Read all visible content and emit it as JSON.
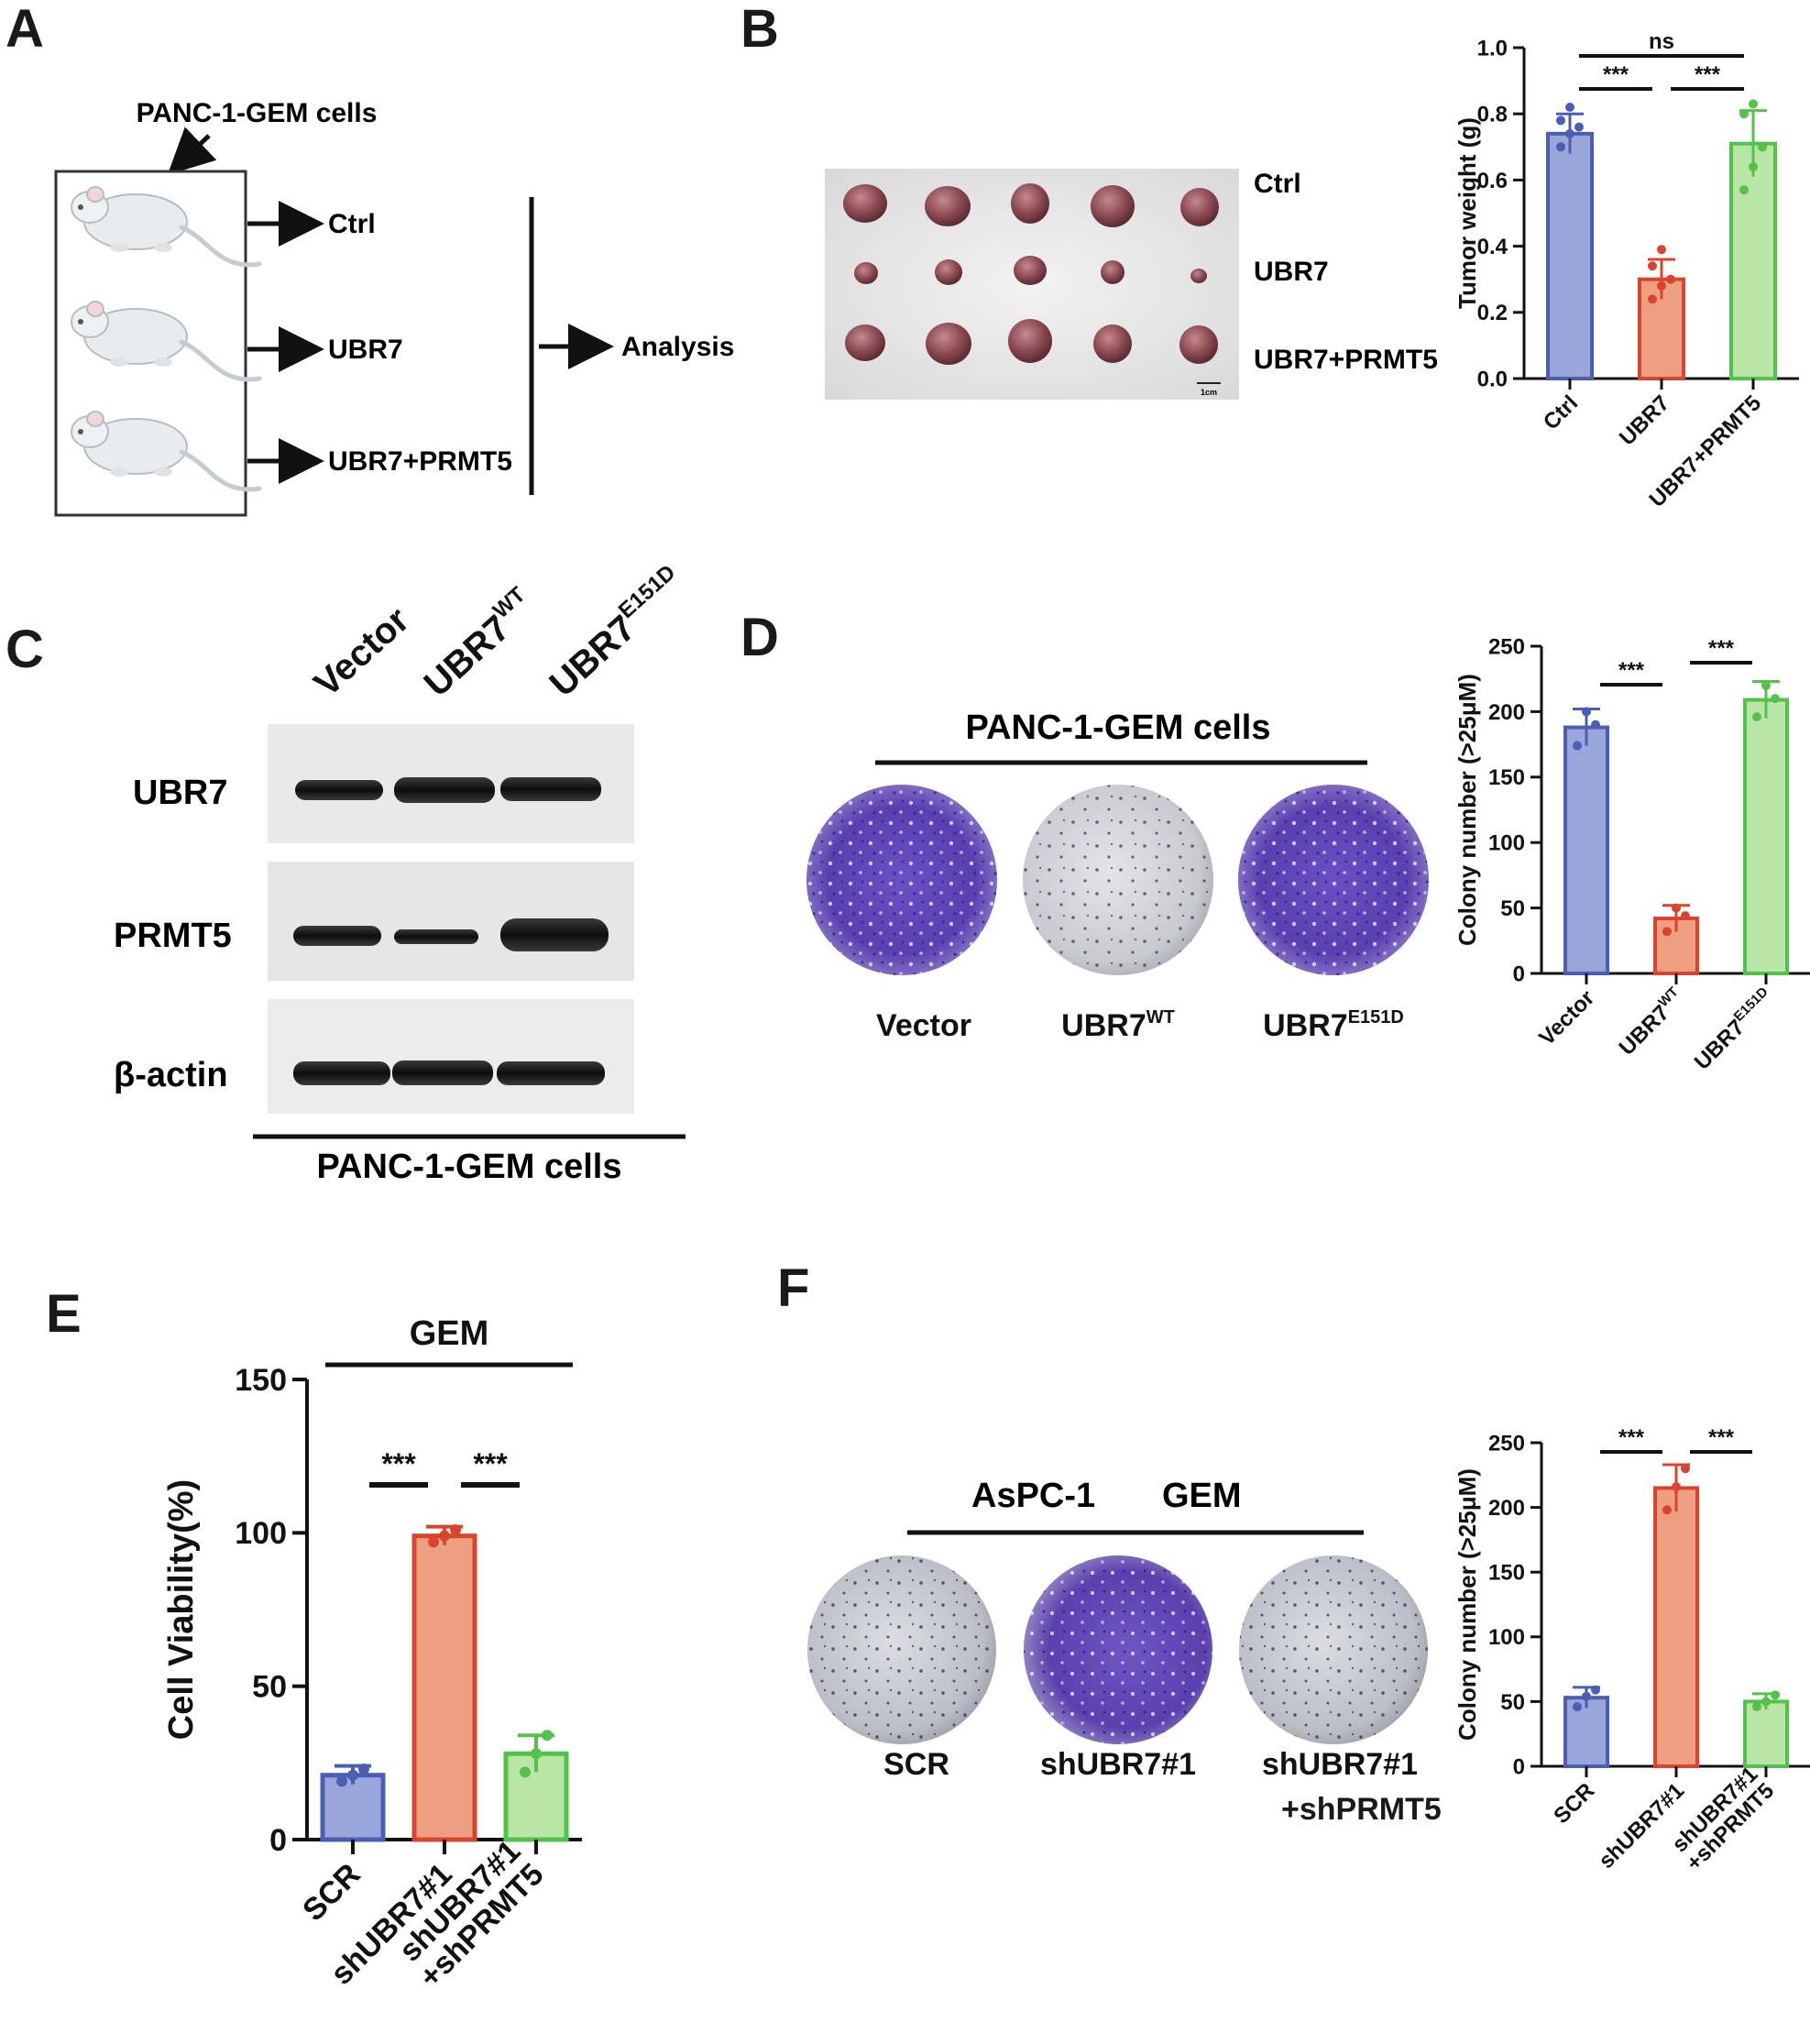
{
  "panels": {
    "A": {
      "letter": "A",
      "cells": "PANC-1-GEM cells",
      "groups": [
        "Ctrl",
        "UBR7",
        "UBR7+PRMT5"
      ],
      "analysis": "Analysis"
    },
    "B": {
      "letter": "B",
      "photo_rows": [
        "Ctrl",
        "UBR7",
        "UBR7+PRMT5"
      ],
      "scale_label": "1cm"
    },
    "C": {
      "letter": "C",
      "lanes": [
        {
          "base": "Vector",
          "sup": ""
        },
        {
          "base": "UBR7",
          "sup": "WT"
        },
        {
          "base": "UBR7",
          "sup": "E151D"
        }
      ],
      "rows": [
        "UBR7",
        "PRMT5",
        "β-actin"
      ],
      "cells": "PANC-1-GEM cells"
    },
    "D": {
      "letter": "D",
      "cells": "PANC-1-GEM cells",
      "dishes": [
        {
          "base": "Vector",
          "sup": ""
        },
        {
          "base": "UBR7",
          "sup": "WT"
        },
        {
          "base": "UBR7",
          "sup": "E151D"
        }
      ]
    },
    "E": {
      "letter": "E"
    },
    "F": {
      "letter": "F",
      "header_left": "AsPC-1",
      "header_right": "GEM",
      "dishes": [
        "SCR",
        "shUBR7#1",
        "shUBR7#1",
        "+shPRMT5"
      ]
    }
  },
  "colors": {
    "blue": "#4a5fb3",
    "red": "#d9442e",
    "green": "#52c24a",
    "blue_fill": "#9aa6d9",
    "red_fill": "#ee9f82",
    "green_fill": "#b9e6a7",
    "crystal_violet": "#5b3db5"
  },
  "chart_data": [
    {
      "id": "B",
      "type": "bar",
      "categories": [
        "Ctrl",
        "UBR7",
        "UBR7+PRMT5"
      ],
      "values": [
        0.74,
        0.3,
        0.71
      ],
      "errors": [
        0.06,
        0.06,
        0.1
      ],
      "points": [
        [
          0.7,
          0.74,
          0.76,
          0.78,
          0.82
        ],
        [
          0.24,
          0.28,
          0.3,
          0.34,
          0.39
        ],
        [
          0.57,
          0.64,
          0.7,
          0.8,
          0.83
        ]
      ],
      "ylabel": "Tumor weight (g)",
      "ylim": [
        0,
        1.0
      ],
      "yticks": [
        "0.0",
        "0.2",
        "0.4",
        "0.6",
        "0.8",
        "1.0"
      ],
      "significance": [
        {
          "from": 0,
          "to": 1,
          "label": "***"
        },
        {
          "from": 1,
          "to": 2,
          "label": "***"
        },
        {
          "from": 0,
          "to": 2,
          "label": "ns"
        }
      ]
    },
    {
      "id": "D",
      "type": "bar",
      "categories": [
        {
          "base": "Vector",
          "sup": ""
        },
        {
          "base": "UBR7",
          "sup": "WT"
        },
        {
          "base": "UBR7",
          "sup": "E151D"
        }
      ],
      "values": [
        188,
        42,
        209
      ],
      "errors": [
        14,
        10,
        14
      ],
      "points": [
        [
          174,
          200,
          190
        ],
        [
          32,
          50,
          44
        ],
        [
          196,
          220,
          210
        ]
      ],
      "ylabel": "Colony number (>25μM)",
      "ylim": [
        0,
        250
      ],
      "yticks": [
        "0",
        "50",
        "100",
        "150",
        "200",
        "250"
      ],
      "significance": [
        {
          "from": 0,
          "to": 1,
          "label": "***"
        },
        {
          "from": 1,
          "to": 2,
          "label": "***"
        }
      ]
    },
    {
      "id": "E",
      "type": "bar",
      "title": "GEM",
      "categories": [
        "SCR",
        "shUBR7#1",
        "shUBR7#1\n+shPRMT5"
      ],
      "values": [
        21,
        99,
        28
      ],
      "errors": [
        3,
        3,
        6
      ],
      "points": [
        [
          19,
          21,
          23
        ],
        [
          97,
          99,
          101
        ],
        [
          22,
          28,
          34
        ]
      ],
      "ylabel": "Cell Viability(%)",
      "ylim": [
        0,
        150
      ],
      "yticks": [
        "0",
        "50",
        "100",
        "150"
      ],
      "significance": [
        {
          "from": 0,
          "to": 1,
          "label": "***"
        },
        {
          "from": 1,
          "to": 2,
          "label": "***"
        }
      ]
    },
    {
      "id": "F",
      "type": "bar",
      "categories": [
        "SCR",
        "shUBR7#1",
        "shUBR7#1\n+shPRMT5"
      ],
      "values": [
        53,
        215,
        50
      ],
      "errors": [
        8,
        18,
        6
      ],
      "points": [
        [
          46,
          54,
          59
        ],
        [
          198,
          216,
          230
        ],
        [
          46,
          50,
          55
        ]
      ],
      "ylabel": "Colony number (>25μM)",
      "ylim": [
        0,
        250
      ],
      "yticks": [
        "0",
        "50",
        "100",
        "150",
        "200",
        "250"
      ],
      "significance": [
        {
          "from": 0,
          "to": 1,
          "label": "***"
        },
        {
          "from": 1,
          "to": 2,
          "label": "***"
        }
      ]
    }
  ]
}
